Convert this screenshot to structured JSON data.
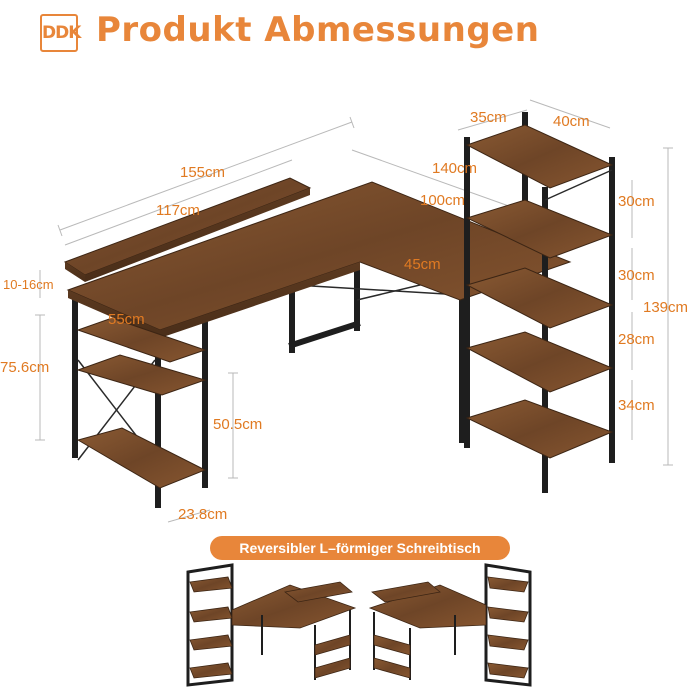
{
  "header": {
    "logo_text": "DDK",
    "title": "Produkt Abmessungen"
  },
  "dimensions": {
    "total_width": "155cm",
    "desk_width": "117cm",
    "l_length": "140cm",
    "l_inner": "100cm",
    "return_depth": "45cm",
    "monitor_height": "10-16cm",
    "desk_height": "75.6cm",
    "desk_depth": "55cm",
    "leg_height": "50.5cm",
    "shelf_width": "23.8cm",
    "tower_depth": "35cm",
    "tower_width": "40cm",
    "shelf1": "30cm",
    "shelf2": "30cm",
    "tower_height": "139cm",
    "shelf3": "28cm",
    "shelf4": "34cm"
  },
  "banner": {
    "label": "Reversibler L–förmiger Schreibtisch"
  },
  "colors": {
    "accent": "#e8863a",
    "dimension_text": "#e07a22",
    "wood": "#7a4f2d",
    "frame": "#1e1e1e"
  }
}
